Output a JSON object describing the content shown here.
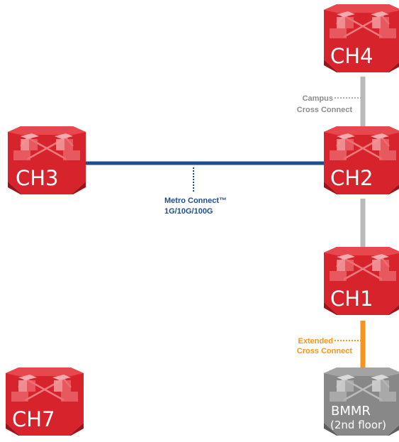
{
  "colors": {
    "red_node": "#d7242c",
    "red_node_dark": "#9e1319",
    "gray_node": "#888888",
    "gray_node_dark": "#5e5e5e",
    "metro_line": "#1d4e8f",
    "campus_line": "#b9b9b9",
    "extended_line": "#f7941d",
    "campus_text": "#8c8c8c"
  },
  "nodes": {
    "ch4": "CH4",
    "ch2": "CH2",
    "ch3": "CH3",
    "ch1": "CH1",
    "ch7": "CH7",
    "bmmr": {
      "line1": "BMMR",
      "line2": "(2nd floor)"
    }
  },
  "connections": {
    "campus": {
      "line1": "Campus",
      "line2": "Cross Connect"
    },
    "metro": {
      "line1": "Metro Connect™",
      "line2": "1G/10G/100G"
    },
    "extended": {
      "line1": "Extended",
      "line2": "Cross Connect"
    }
  }
}
